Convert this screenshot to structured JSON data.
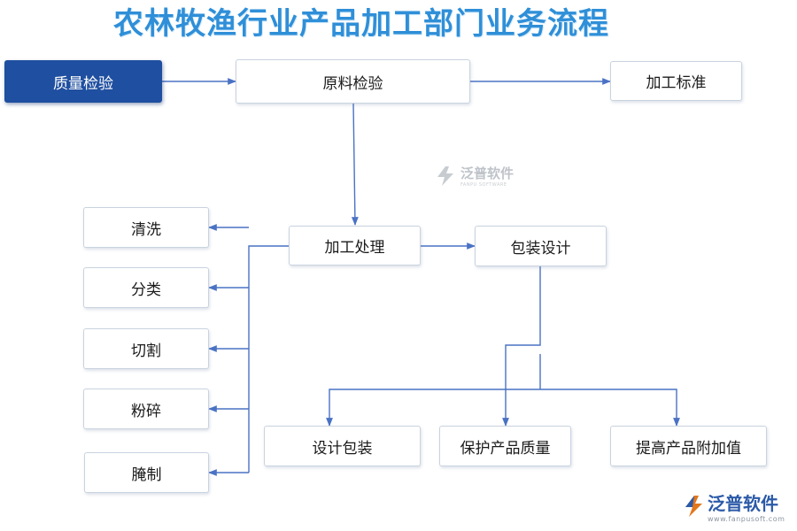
{
  "title": "农林牧渔行业产品加工部门业务流程",
  "nodes": {
    "quality_inspection": "质量检验",
    "raw_material_inspection": "原料检验",
    "processing_standard": "加工标准",
    "processing": "加工处理",
    "packaging_design": "包装设计",
    "cleaning": "清洗",
    "sorting": "分类",
    "cutting": "切割",
    "crushing": "粉碎",
    "pickling": "腌制",
    "design_packaging": "设计包装",
    "protect_quality": "保护产品质量",
    "add_value": "提高产品附加值"
  },
  "watermark": {
    "brand": "泛普软件",
    "brand_en": "FANPU SOFTWARE",
    "url": "www.fanpusoft.com"
  },
  "colors": {
    "title": "#2f8fd8",
    "primary_node": "#1f4fa0",
    "edge": "#4a72c4"
  }
}
